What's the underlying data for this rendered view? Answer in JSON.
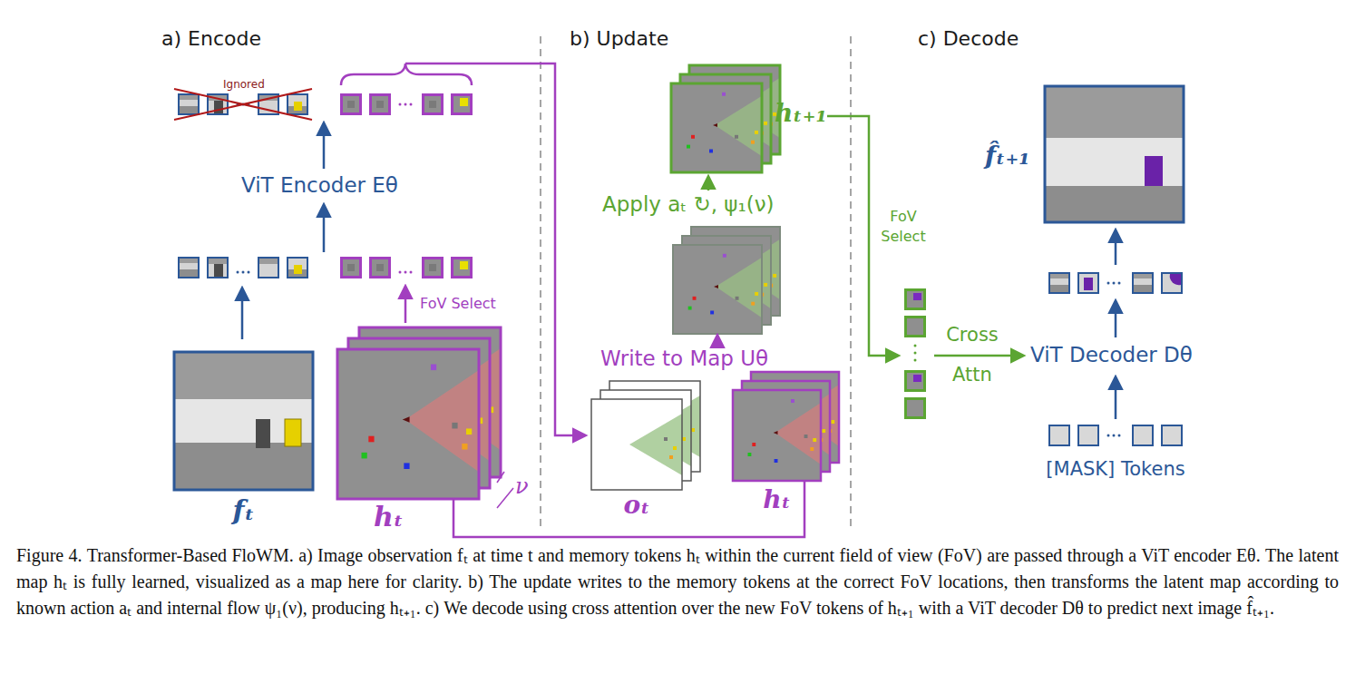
{
  "diagram": {
    "caption": "Figure 4. Transformer-Based FloWM. a) Image observation fₜ at time t and memory tokens hₜ within the current field of view (FoV) are passed through a ViT encoder Eθ. The latent map hₜ is fully learned, visualized as a map here for clarity. b) The update writes to the memory tokens at the correct FoV locations, then transforms the latent map according to known action aₜ and internal flow ψ₁(ν), producing hₜ₊₁. c) We decode using cross attention over the new FoV tokens of hₜ₊₁ with a ViT decoder Dθ to predict next image f̂ₜ₊₁.",
    "nodes": [
      {
        "text": [
          "fₜ"
        ]
      },
      {
        "text": [
          "hₜ"
        ]
      },
      {
        "text": [
          "oₜ"
        ]
      },
      {
        "text": [
          "hₜ"
        ]
      },
      {
        "text": [
          "hₜ₊₁"
        ]
      },
      {
        "text": [
          "f̂ₜ₊₁"
        ]
      },
      {
        "text": [
          "[MASK] Tokens"
        ]
      }
    ],
    "edges": [
      {
        "from": 1,
        "to": 3,
        "arrow": "none"
      }
    ],
    "labels": [
      "a) Encode",
      "b) Update",
      "c) Decode",
      "Ignored",
      "ViT Encoder Eθ",
      "FoV Select",
      "ν",
      "Write to Map Uθ",
      "Apply aₜ ↻, ψ₁(ν)",
      "FoV Select",
      "Cross Attn",
      "ViT Decoder Dθ"
    ]
  }
}
